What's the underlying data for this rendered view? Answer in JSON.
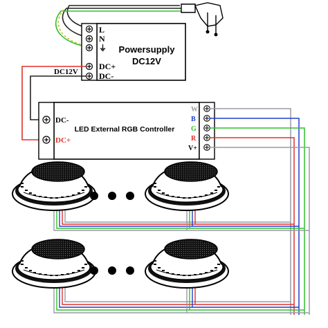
{
  "power_supply": {
    "title_line1": "Powersupply",
    "title_line2": "DC12V",
    "terminal_l": "L",
    "terminal_n": "N",
    "terminal_ground": "⏚",
    "terminal_dc_plus": "DC+",
    "terminal_dc_minus": "DC-",
    "output_label": "DC12V"
  },
  "controller": {
    "title": "LED External RGB Controller",
    "input_dc_minus": "DC-",
    "input_dc_plus": "DC+",
    "out_w": "W",
    "out_b": "B",
    "out_g": "G",
    "out_r": "R",
    "out_vplus": "V+"
  },
  "colors": {
    "red_wire": "#e0302a",
    "green_wire": "#2ec02e",
    "blue_wire": "#1f3fd0",
    "grey_wire": "#9a9aa6",
    "dark_wire": "#222222",
    "label_b": "#1f3fd0",
    "label_g": "#2ec02e",
    "label_r": "#e0302a",
    "label_w": "#999999"
  },
  "icons": [
    "power-plug-icon",
    "screw-terminal-icon",
    "pool-light-icon",
    "ellipsis-dot-icon"
  ]
}
